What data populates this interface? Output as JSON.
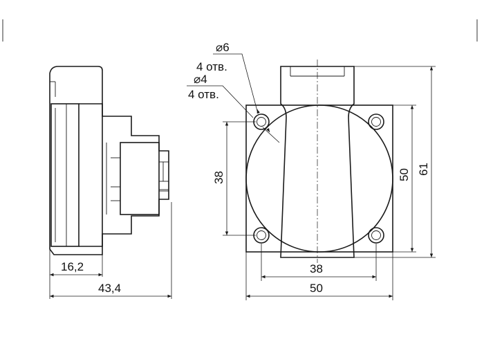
{
  "side_view": {
    "dim_depth_front": "16,2",
    "dim_depth_total": "43,4"
  },
  "front_view": {
    "hole_large_diameter": "⌀6",
    "hole_large_count": "4 отв.",
    "hole_small_diameter": "⌀4",
    "hole_small_count": "4 отв.",
    "dim_hole_spacing_vertical": "38",
    "dim_hole_spacing_horizontal": "38",
    "dim_width": "50",
    "dim_height_plate": "50",
    "dim_height_total": "61"
  }
}
